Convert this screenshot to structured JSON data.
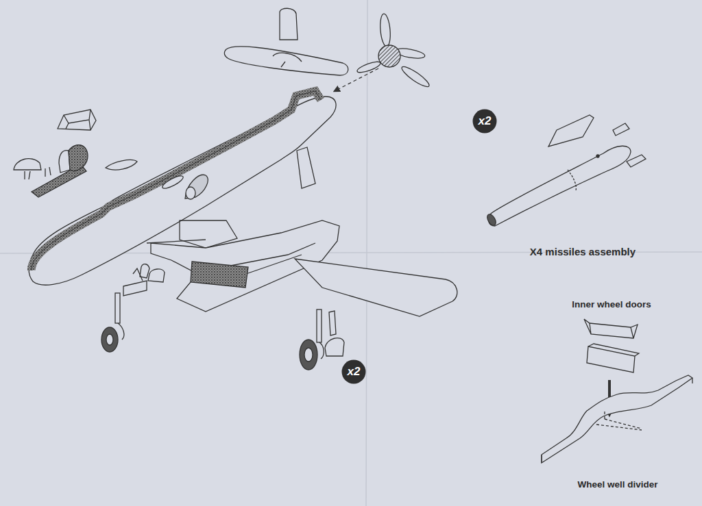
{
  "diagram": {
    "nodes": [
      {
        "text": [
          "x2"
        ]
      },
      {
        "text": [
          "x2"
        ]
      }
    ],
    "labels": [
      "X4 missiles assembly",
      "Inner wheel doors",
      "Wheel well divider"
    ]
  }
}
